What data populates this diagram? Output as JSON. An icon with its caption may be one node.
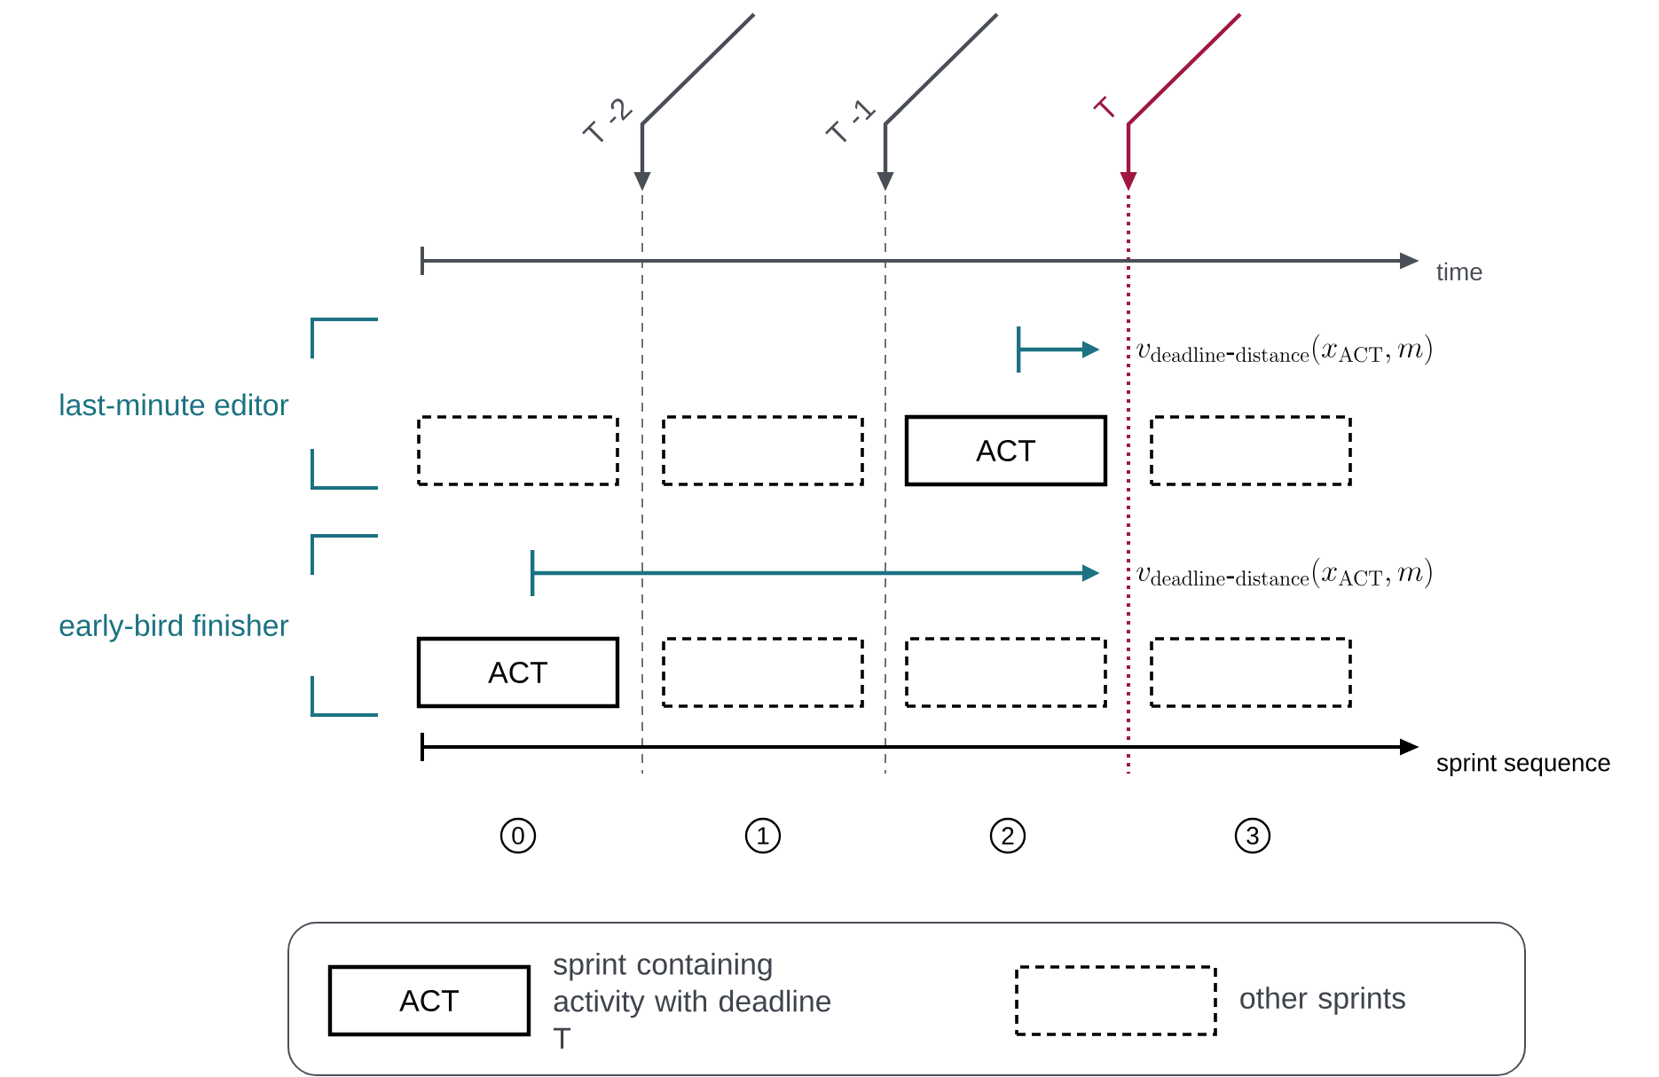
{
  "diagram": {
    "nodes": [
      {
        "text": [
          "v_{\\mathrm{deadline\\mbox{-}distance}}(x_{\\mathrm{ACT}}, m)"
        ]
      },
      {
        "text": [],
        "shape": "box"
      },
      {
        "text": [],
        "shape": "box"
      },
      {
        "text": [
          "ACT"
        ]
      },
      {
        "text": [],
        "shape": "box"
      },
      {
        "text": [
          "v_{\\mathrm{deadline\\mbox{-}distance}}(x_{\\mathrm{ACT}}, m)"
        ]
      },
      {
        "text": [
          "ACT"
        ]
      },
      {
        "text": [],
        "shape": "box"
      },
      {
        "text": [],
        "shape": "box"
      },
      {
        "text": [],
        "shape": "box"
      },
      {
        "text": [],
        "shape": "box"
      },
      {
        "text": [
          "ACT"
        ],
        "beside": [
          "sprint containing activity with deadline T"
        ],
        "in": 10
      },
      {
        "text": [],
        "shape": "box",
        "beside": [
          "other sprints"
        ],
        "in": 10
      }
    ],
    "edges": [
      {
        "from": null,
        "to": 0,
        "arrow": "to",
        "color": "#1b7282"
      },
      {
        "from": null,
        "to": 5,
        "arrow": "to",
        "color": "#1b7282"
      }
    ],
    "labels": [
      "T -2",
      "T -1",
      "T",
      "time",
      "last-minute editor",
      "early-bird finisher",
      "sprint sequence",
      "0",
      "1",
      "2",
      "3"
    ]
  }
}
